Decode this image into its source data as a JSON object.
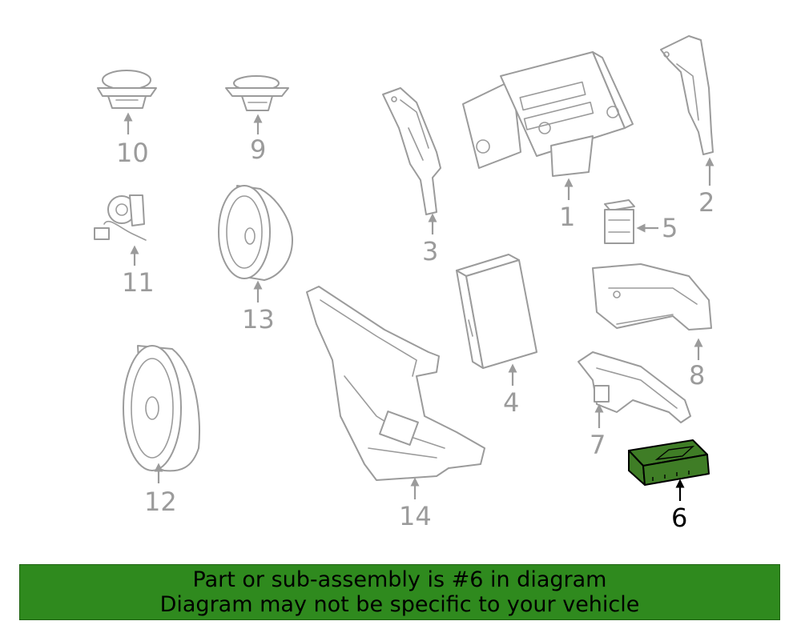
{
  "banner": {
    "line1": "Part or sub-assembly is #6 in diagram",
    "line2": "Diagram may not be specific to your vehicle",
    "background_color": "#2f8a1e"
  },
  "diagram": {
    "highlight_color": "#3f7d26",
    "line_color": "#9b9b9b",
    "callouts": {
      "c1": "1",
      "c2": "2",
      "c3": "3",
      "c4": "4",
      "c5": "5",
      "c6": "6",
      "c7": "7",
      "c8": "8",
      "c9": "9",
      "c10": "10",
      "c11": "11",
      "c12": "12",
      "c13": "13",
      "c14": "14"
    },
    "highlighted": "6"
  }
}
